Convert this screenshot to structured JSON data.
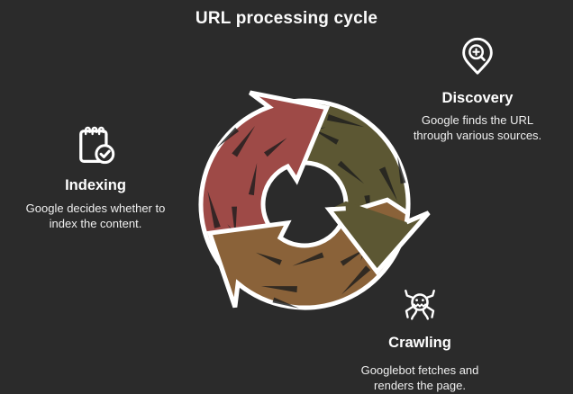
{
  "page": {
    "title": "URL processing cycle",
    "background": "#2b2b2b",
    "text_color": "#ffffff"
  },
  "stages": {
    "discovery": {
      "label": "Discovery",
      "description": "Google finds the URL through various sources.",
      "icon": "search-location-pin-icon"
    },
    "crawling": {
      "label": "Crawling",
      "description": "Googlebot fetches and renders the page.",
      "icon": "spider-bot-icon"
    },
    "indexing": {
      "label": "Indexing",
      "description": "Google decides whether to index the content.",
      "icon": "notepad-check-icon"
    }
  },
  "cycle": {
    "direction": "clockwise",
    "outline_color": "#ffffff",
    "texture_color": "#1e1e1e",
    "arrow_colors": {
      "discovery": "#5c5733",
      "crawling": "#8a6239",
      "indexing": "#9e4a47"
    }
  }
}
